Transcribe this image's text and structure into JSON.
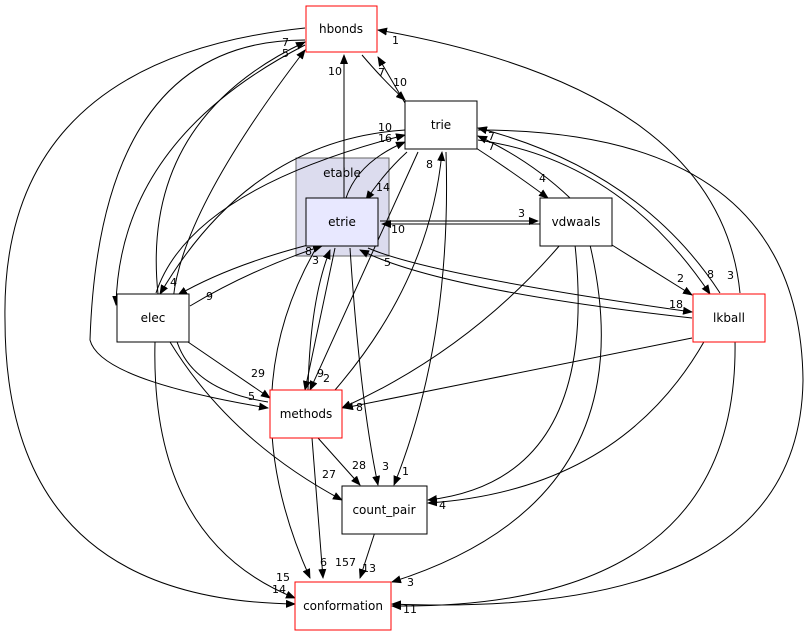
{
  "cluster": {
    "label": "etable"
  },
  "nodes": {
    "hbonds": "hbonds",
    "trie": "trie",
    "etrie": "etrie",
    "vdwaals": "vdwaals",
    "elec": "elec",
    "lkball": "lkball",
    "methods": "methods",
    "count_pair": "count_pair",
    "conformation": "conformation"
  },
  "edge_labels": {
    "hbonds_7": "7",
    "hbonds_5": "5",
    "hbonds_1": "1",
    "hbonds_10": "10",
    "trie_7": "7",
    "trie_10": "10",
    "trie_10b": "10",
    "trie_16": "16",
    "trie_8": "8",
    "trie_7b": "7",
    "trie_7c": "7",
    "etrie_14": "14",
    "etrie_3": "3",
    "etrie_10": "10",
    "etrie_8": "8",
    "etrie_5": "5",
    "etrie_9": "9",
    "vdw_4": "4",
    "vdw_2": "2",
    "vdw_8": "8",
    "vdw_3": "3",
    "elec_4": "4",
    "elec_9": "9",
    "lkball_18": "18",
    "methods_29": "29",
    "methods_5": "5",
    "methods_9": "9",
    "methods_2": "2",
    "methods_6": "6",
    "methods_8": "8",
    "cp_27": "27",
    "cp_28": "28",
    "cp_3": "3",
    "cp_1": "1",
    "cp_4": "4",
    "conf_15": "15",
    "conf_14": "14",
    "conf_6": "6",
    "conf_157": "157",
    "conf_13": "13",
    "conf_3": "3",
    "conf_11": "11"
  }
}
